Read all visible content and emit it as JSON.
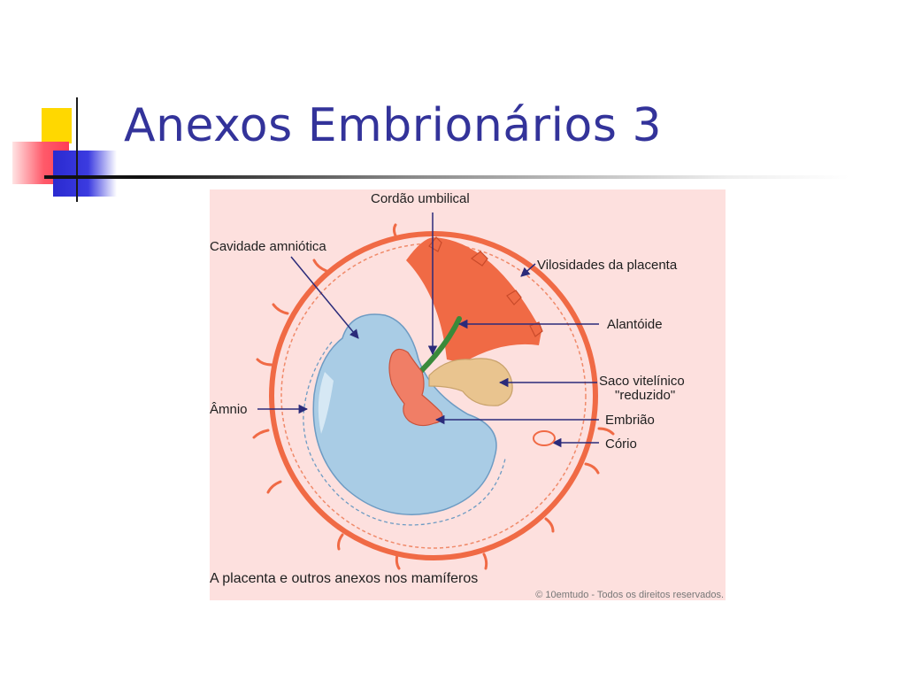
{
  "slide": {
    "title": "Anexos Embrionários 3"
  },
  "figure": {
    "labels": {
      "cordao": "Cordão umbilical",
      "cavidade": "Cavidade amniótica",
      "vilosidades": "Vilosidades da placenta",
      "alantoide": "Alantóide",
      "saco_line1": "Saco vitelínico",
      "saco_line2": "\"reduzido\"",
      "amnio": "Âmnio",
      "embriao": "Embrião",
      "corio": "Cório"
    },
    "caption": "A placenta e outros anexos nos mamíferos",
    "copyright": "© 10emtudo - Todos os direitos reservados.",
    "colors": {
      "background": "#fde0de",
      "chorion": "#f06a45",
      "amnion": "#a9cce5",
      "yolk_sac": "#e9c48f",
      "allantois": "#3a8a3a",
      "arrow": "#2b2b7a"
    }
  }
}
